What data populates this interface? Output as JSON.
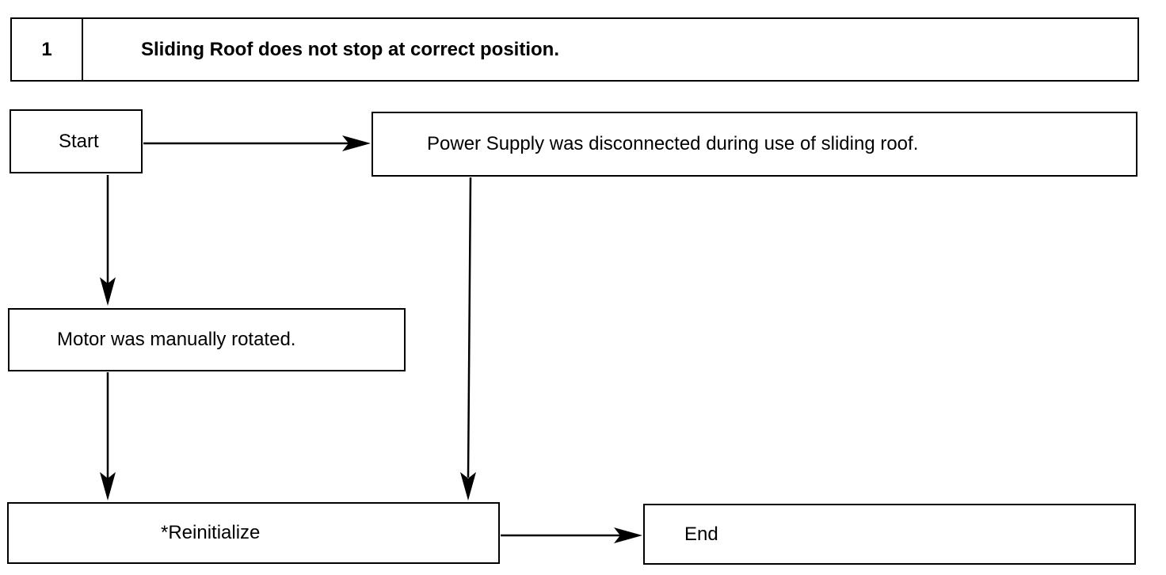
{
  "header": {
    "number": "1",
    "title": "Sliding Roof does not stop at correct position."
  },
  "nodes": {
    "start": "Start",
    "power_supply": "Power Supply was disconnected during use of sliding roof.",
    "motor": "Motor was manually rotated.",
    "reinitialize": "*Reinitialize",
    "end": "End"
  },
  "colors": {
    "line": "#000000",
    "background": "#ffffff"
  }
}
